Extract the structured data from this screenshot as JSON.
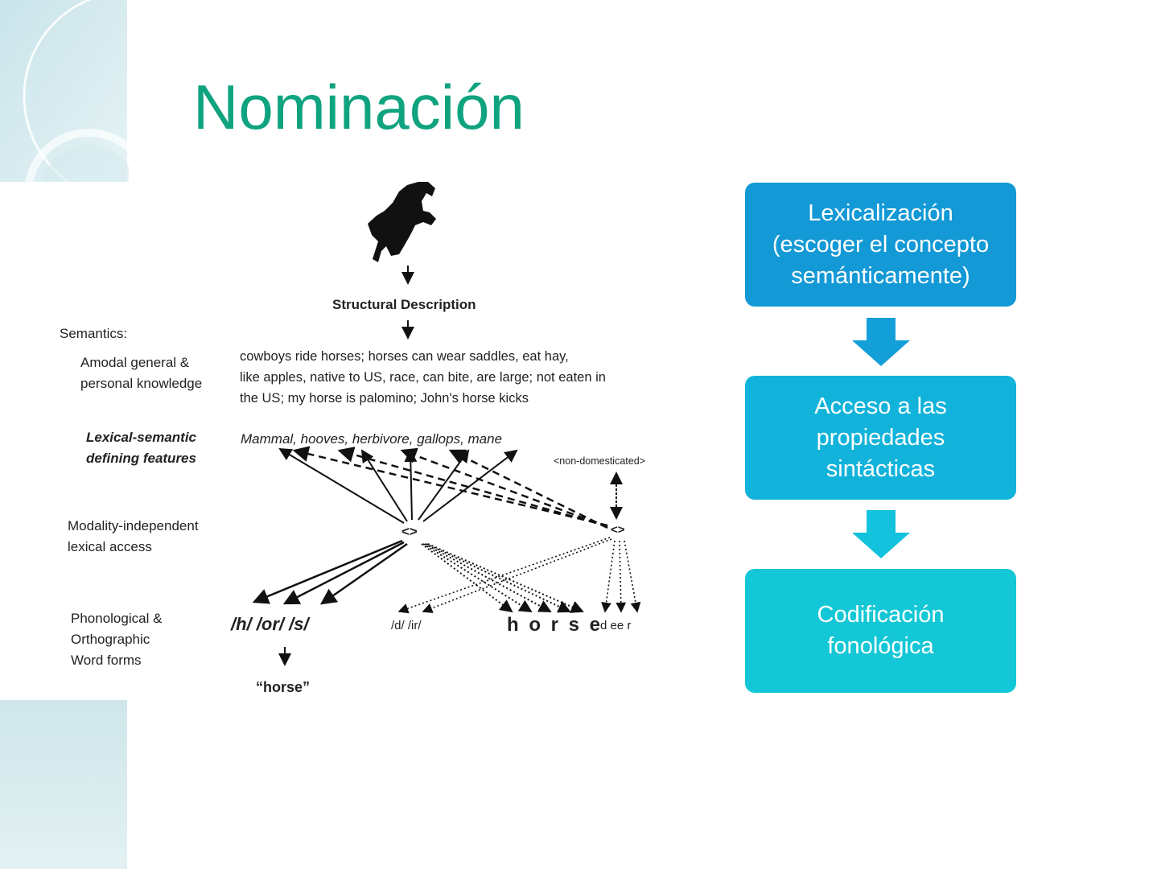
{
  "slide": {
    "title": "Nominación"
  },
  "diagram": {
    "top": "Structural Description",
    "levels": {
      "semantics": "Semantics:",
      "amodal_1": "Amodal general &",
      "amodal_2": "personal knowledge",
      "lexsem_1": "Lexical-semantic",
      "lexsem_2": "defining features",
      "modality_1": "Modality-independent",
      "modality_2": "lexical access",
      "phon_1": "Phonological &",
      "phon_2": "Orthographic",
      "phon_3": "Word forms"
    },
    "knowledge_1": "cowboys ride horses; horses can wear saddles, eat hay,",
    "knowledge_2": "like apples, native to US, race, can bite, are large; not eaten in",
    "knowledge_3": "the US; my horse is palomino; John's horse kicks",
    "features": "Mammal, hooves, herbivore, gallops, mane",
    "non_domesticated": "<non-domesticated>",
    "node_left": "<>",
    "node_right": "<>",
    "phonemes": "/h/ /or/ /s/",
    "deer_phonemes": "/d/ /ir/",
    "letters": "h o r s e",
    "deer_letters": "d ee r",
    "spoken": "“horse”"
  },
  "flow": {
    "steps": [
      {
        "label": "Lexicalización\n(escoger el concepto\nsemánticamente)",
        "color": "#1399d6"
      },
      {
        "label": "Acceso a las\npropiedades\nsintácticas",
        "color": "#12b3da"
      },
      {
        "label": "Codificación\nfonológica",
        "color": "#13c7d6"
      }
    ],
    "arrow_colors": [
      "#139fd8",
      "#13c2dc"
    ]
  }
}
